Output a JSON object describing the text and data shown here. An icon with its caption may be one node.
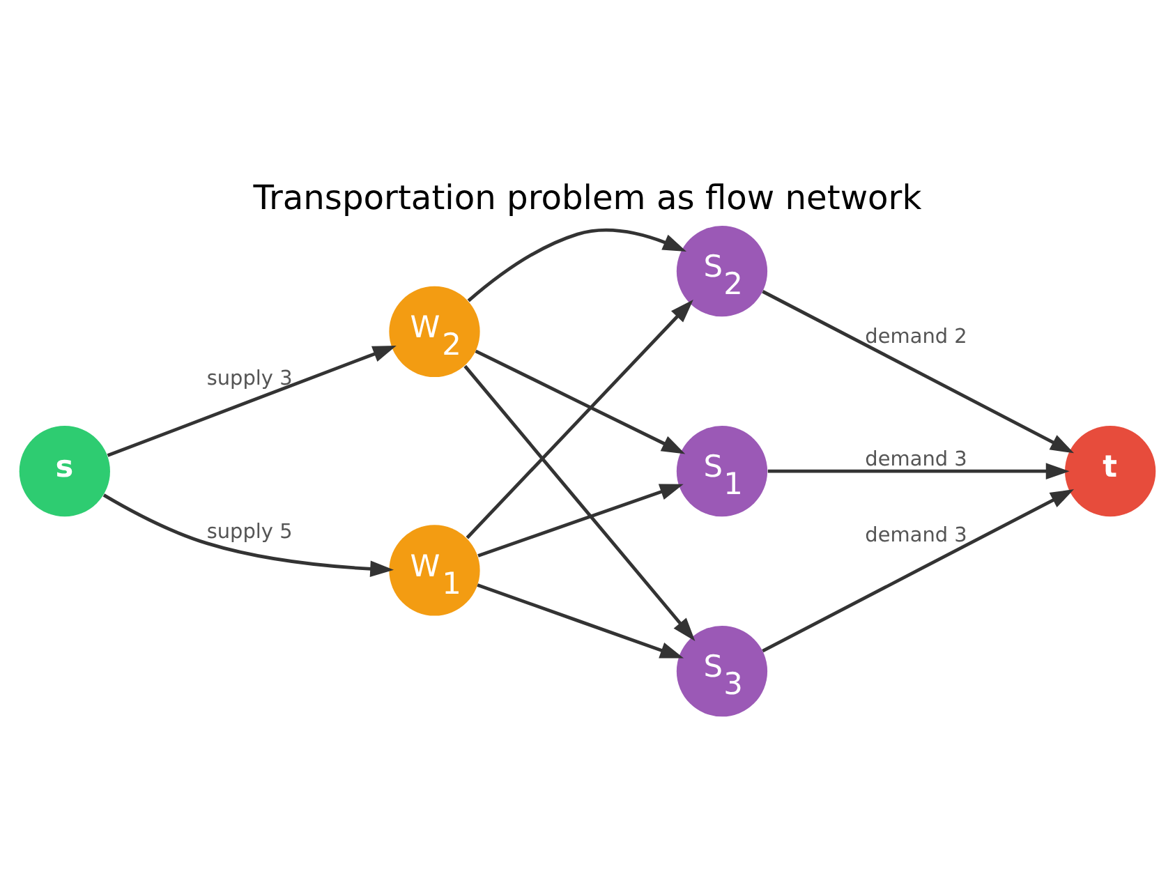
{
  "diagram": {
    "title": "Transportation problem as flow network",
    "nodes": [
      {
        "text": [
          "s"
        ]
      },
      {
        "text": [
          "W$_{1}$"
        ]
      },
      {
        "text": [
          "W$_{2}$"
        ]
      },
      {
        "text": [
          "S$_{1}$"
        ]
      },
      {
        "text": [
          "S$_{2}$"
        ]
      },
      {
        "text": [
          "S$_{3}$"
        ]
      },
      {
        "text": [
          "t"
        ]
      }
    ],
    "edges": [
      {
        "from": 0,
        "to": 1,
        "arrow": "to",
        "label": "supply 5"
      },
      {
        "from": 0,
        "to": 2,
        "arrow": "to",
        "label": "supply 3"
      },
      {
        "from": 1,
        "to": 3,
        "arrow": "to"
      },
      {
        "from": 1,
        "to": 4,
        "arrow": "to"
      },
      {
        "from": 1,
        "to": 5,
        "arrow": "to"
      },
      {
        "from": 2,
        "to": 3,
        "arrow": "to"
      },
      {
        "from": 2,
        "to": 4,
        "arrow": "to"
      },
      {
        "from": 2,
        "to": 5,
        "arrow": "to"
      },
      {
        "from": 3,
        "to": 6,
        "arrow": "to",
        "label": "demand 3"
      },
      {
        "from": 4,
        "to": 6,
        "arrow": "to",
        "label": "demand 2"
      },
      {
        "from": 5,
        "to": 6,
        "arrow": "to",
        "label": "demand 3"
      }
    ]
  }
}
